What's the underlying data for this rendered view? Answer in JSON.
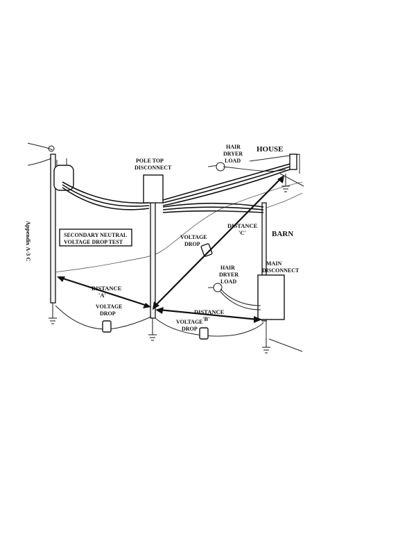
{
  "labels": {
    "pole_top_disconnect_1": "POLE TOP",
    "pole_top_disconnect_2": "DISCONNECT",
    "house": "HOUSE",
    "barn": "BARN",
    "hair_dryer_house_1": "HAIR",
    "hair_dryer_house_2": "DRYER",
    "hair_dryer_house_3": "LOAD",
    "hair_dryer_barn_1": "HAIR",
    "hair_dryer_barn_2": "DRYER",
    "hair_dryer_barn_3": "LOAD",
    "main_disconnect_1": "MAIN",
    "main_disconnect_2": "DISCONNECT",
    "test_title_1": "SECONDARY NEUTRAL",
    "test_title_2": "VOLTAGE DROP TEST",
    "appendix": "Appendix A-3 C",
    "distance_a_1": "DISTANCE",
    "distance_a_2": "'A'",
    "distance_b_1": "DISTANCE",
    "distance_b_2": "'B'",
    "distance_c_1": "DISTANCE",
    "distance_c_2": "'C'",
    "voltage_drop_a_1": "VOLTAGE",
    "voltage_drop_a_2": "DROP",
    "voltage_drop_b_1": "VOLTAGE",
    "voltage_drop_b_2": "DROP",
    "voltage_drop_c_1": "VOLTAGE",
    "voltage_drop_c_2": "DROP"
  }
}
